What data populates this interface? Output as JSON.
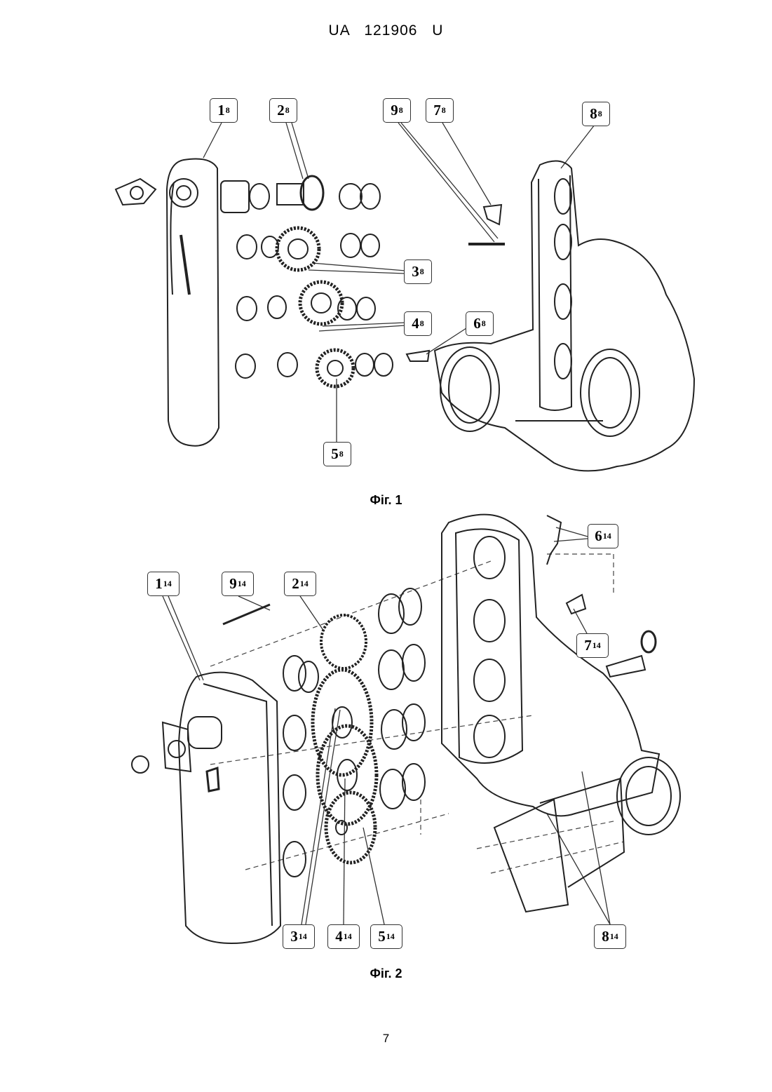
{
  "header": {
    "patent": "UA   121906   U"
  },
  "figure1": {
    "caption": "Фіг. 1",
    "labels": [
      {
        "id": "1-8",
        "num": "1",
        "sub": "8"
      },
      {
        "id": "2-8",
        "num": "2",
        "sub": "8"
      },
      {
        "id": "9-8",
        "num": "9",
        "sub": "8"
      },
      {
        "id": "7-8",
        "num": "7",
        "sub": "8"
      },
      {
        "id": "8-8",
        "num": "8",
        "sub": "8"
      },
      {
        "id": "3-8",
        "num": "3",
        "sub": "8"
      },
      {
        "id": "4-8",
        "num": "4",
        "sub": "8"
      },
      {
        "id": "6-8",
        "num": "6",
        "sub": "8"
      },
      {
        "id": "5-8",
        "num": "5",
        "sub": "8"
      }
    ]
  },
  "figure2": {
    "caption": "Фіг. 2",
    "labels": [
      {
        "id": "6-14",
        "num": "6",
        "sub": "14"
      },
      {
        "id": "1-14",
        "num": "1",
        "sub": "14"
      },
      {
        "id": "9-14",
        "num": "9",
        "sub": "14"
      },
      {
        "id": "2-14",
        "num": "2",
        "sub": "14"
      },
      {
        "id": "7-14",
        "num": "7",
        "sub": "14"
      },
      {
        "id": "3-14",
        "num": "3",
        "sub": "14"
      },
      {
        "id": "4-14",
        "num": "4",
        "sub": "14"
      },
      {
        "id": "5-14",
        "num": "5",
        "sub": "14"
      },
      {
        "id": "8-14",
        "num": "8",
        "sub": "14"
      }
    ]
  },
  "footer": {
    "page_number": "7"
  }
}
